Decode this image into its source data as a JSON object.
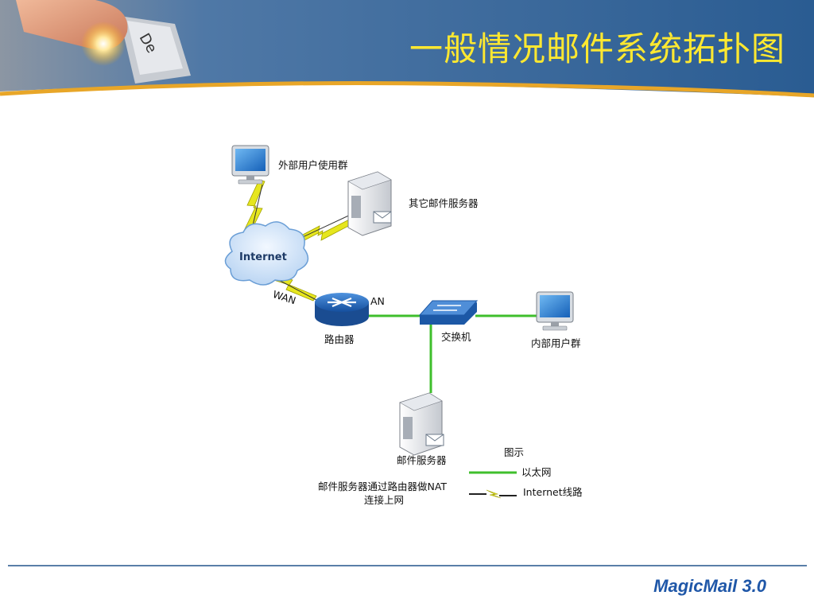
{
  "slide": {
    "title": "一般情况邮件系统拓扑图",
    "brand": "MagicMail 3.0"
  },
  "diagram": {
    "nodes": {
      "external_users": "外部用户使用群",
      "other_mail_servers": "其它邮件服务器",
      "internet": "Internet",
      "router": "路由器",
      "switch": "交换机",
      "internal_users": "内部用户群",
      "mail_server": "邮件服务器"
    },
    "link_labels": {
      "wan": "WAN",
      "lan": "AN"
    },
    "note_line1": "邮件服务器通过路由器做NAT",
    "note_line2": "连接上网"
  },
  "legend": {
    "title": "图示",
    "ethernet": "以太网",
    "internet_line": "Internet线路"
  },
  "colors": {
    "ethernet_line": "#3fbf2c",
    "internet_bolt": "#e6e61e",
    "title_text": "#ffe830",
    "brand_text": "#1f57a8",
    "header_blue": "#2e5f94",
    "accent_gold": "#e8a628"
  }
}
